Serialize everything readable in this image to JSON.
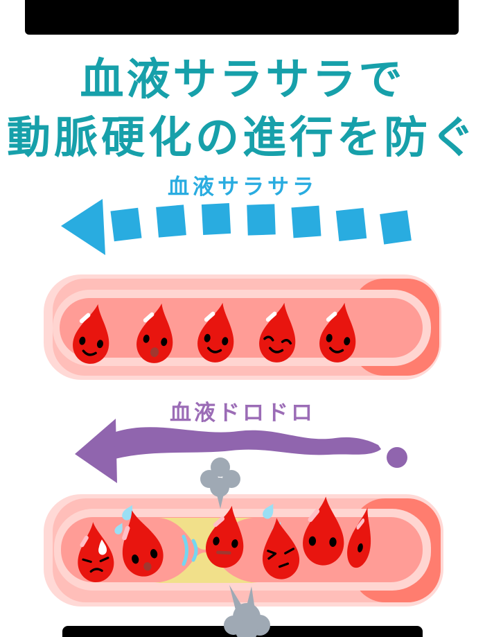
{
  "title": {
    "line1": "血液サラサラで",
    "line2": "動脈硬化の進行を防ぐ"
  },
  "sections": {
    "smooth": {
      "label": "血液サラサラ",
      "arrow_style": "dashed blue arrow pointing left",
      "drop_faces": [
        "smile",
        "open-mouth smile",
        "smile",
        "closed happy eyes",
        "smile"
      ]
    },
    "sticky": {
      "label": "血液ドロドロ",
      "arrow_style": "wavy purple arrow pointing left with trailing dot",
      "drop_faces": [
        "worried frown with sweat",
        "surprised open mouth",
        "strained flat mouth",
        "angry squeezed",
        "wide eyes",
        "squeezed sliver"
      ]
    }
  },
  "palette": {
    "teal": "#17A0AA",
    "blue": "#29ACE0",
    "purple": "#9065AE",
    "purpleLabel": "#9B6CB6",
    "red": "#E8150F",
    "mouth": "#A03830",
    "yellow": "#F1E08A",
    "gray": "#9FA9B4",
    "cyan": "#74D6F0",
    "sweat": "#9ADFF4",
    "vlight": "#FFD9D6",
    "vwall": "#FFBEB9",
    "vrim": "#FFD5D1",
    "vlumen": "#FF9C96",
    "vcap": "#FF7D6F",
    "gloss2": "#FFBFC6",
    "barBlack": "#000000"
  }
}
